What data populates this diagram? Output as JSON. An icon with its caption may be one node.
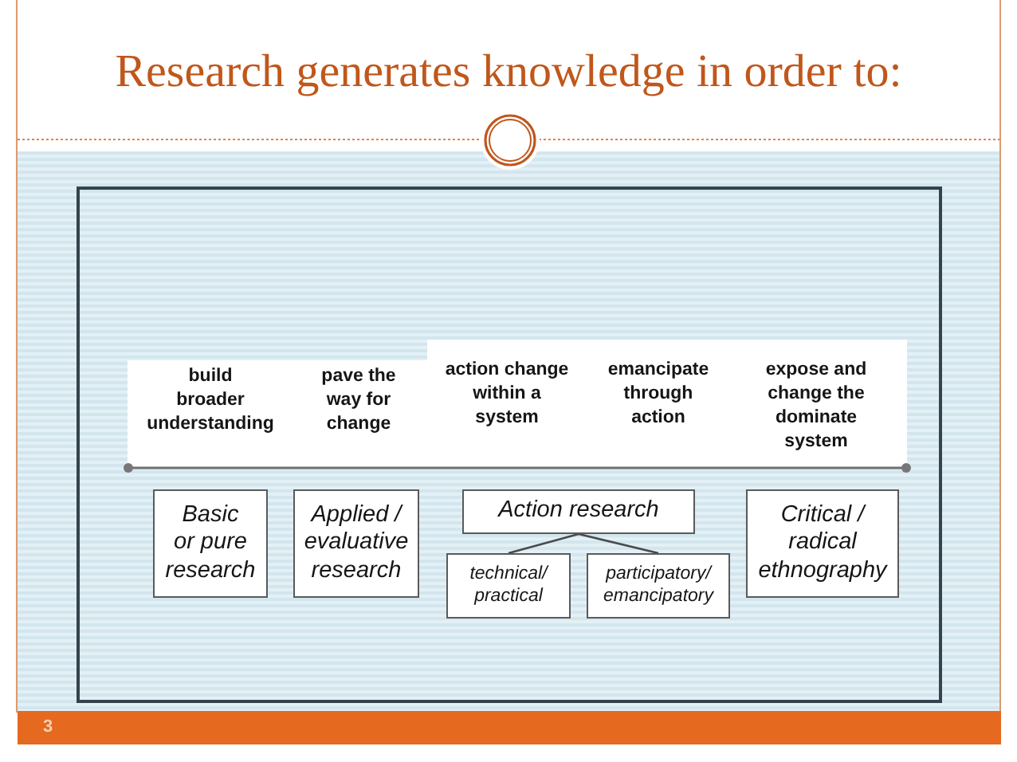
{
  "diagram": {
    "title": "Research generates knowledge in order to:",
    "nodes": [
      {
        "text": [
          "Basic or pure research"
        ]
      },
      {
        "text": [
          "Applied / evaluative research"
        ]
      },
      {
        "text": [
          "Action research"
        ]
      },
      {
        "text": [
          "technical/ practical"
        ]
      },
      {
        "text": [
          "participatory/ emancipatory"
        ]
      },
      {
        "text": [
          "Critical / radical ethnography"
        ]
      }
    ],
    "edges": [
      {
        "from": 2,
        "to": 3,
        "arrow": "none"
      },
      {
        "from": 2,
        "to": 4,
        "arrow": "none"
      }
    ],
    "labels": [
      "build broader understanding",
      "pave the way for change",
      "action change within a system",
      "emancipate through action",
      "expose and change the dominate system",
      "3"
    ]
  }
}
